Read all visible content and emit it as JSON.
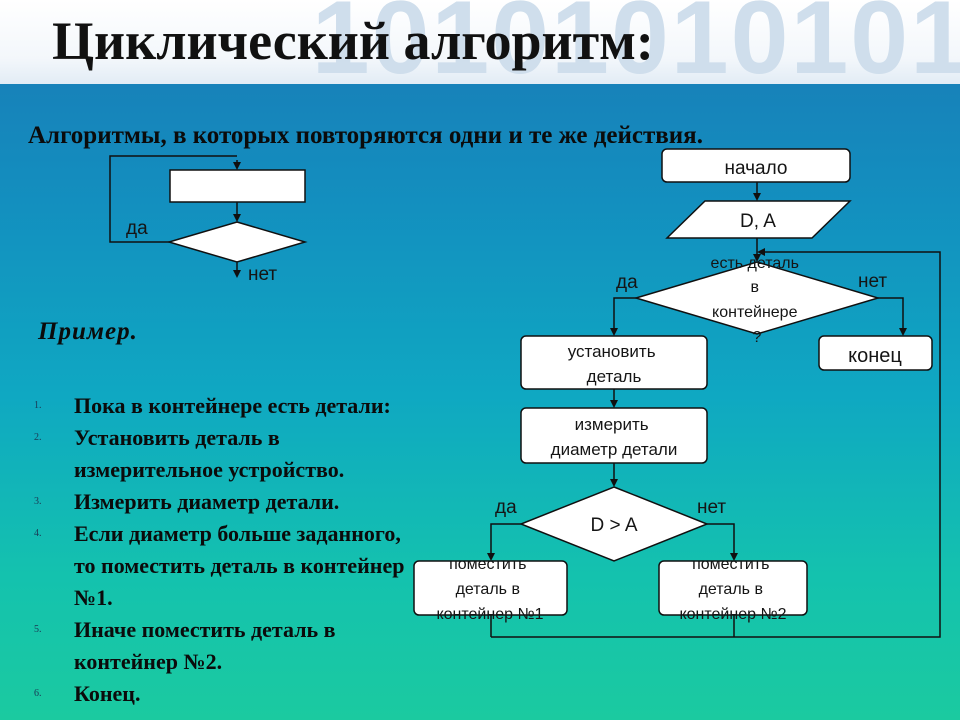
{
  "title": "Циклический алгоритм:",
  "header_binary": "10101010101",
  "subtitle": "Алгоритмы, в которых повторяются одни и те же действия.",
  "example_heading": "Пример.",
  "steps": [
    {
      "num": "1.",
      "text": "Пока в контейнере есть детали:"
    },
    {
      "num": "2.",
      "text": "Установить деталь в измерительное устройство."
    },
    {
      "num": "3.",
      "text": "Измерить диаметр детали."
    },
    {
      "num": "4.",
      "text": "Если диаметр больше заданного, то поместить деталь в контейнер №1."
    },
    {
      "num": "5.",
      "text": "Иначе поместить деталь в контейнер №2."
    },
    {
      "num": "6.",
      "text": "Конец."
    }
  ],
  "small_diagram": {
    "yes_label": "да",
    "no_label": "нет"
  },
  "flowchart": {
    "start": "начало",
    "input": "D, A",
    "loop_condition": [
      "есть деталь",
      "в",
      "контейнере",
      "?"
    ],
    "loop_yes": "да",
    "loop_no": "нет",
    "end": "конец",
    "install": [
      "установить",
      "деталь"
    ],
    "measure": [
      "измерить",
      "диаметр детали"
    ],
    "compare": "D > A",
    "compare_yes": "да",
    "compare_no": "нет",
    "container1": [
      "поместить",
      "деталь в",
      "контейнер №1"
    ],
    "container2": [
      "поместить",
      "деталь в",
      "контейнер №2"
    ]
  }
}
